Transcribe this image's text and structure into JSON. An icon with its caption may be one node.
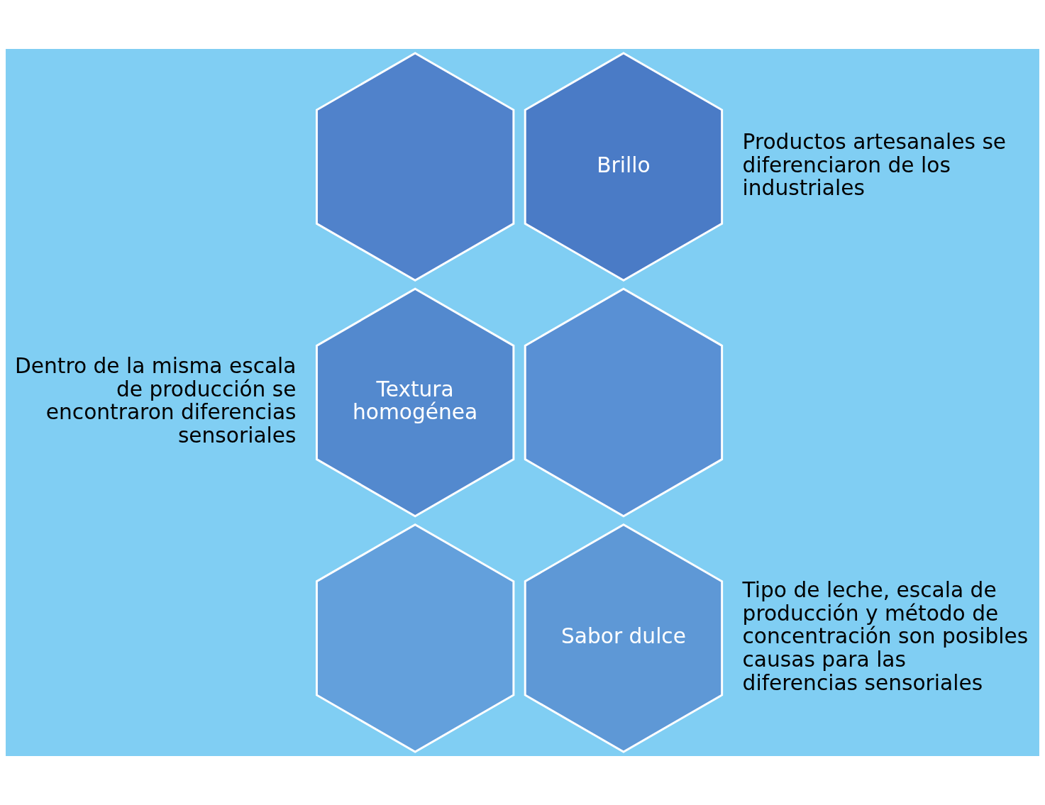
{
  "diagram": {
    "nodes": [
      {
        "text": [],
        "shape": "hexagon"
      },
      {
        "text": [
          "Brillo"
        ],
        "beside": [
          "Productos artesanales se diferenciaron de los industriales"
        ]
      },
      {
        "text": [
          "Textura homogénea"
        ],
        "beside": [
          "Dentro de la misma escala de producción se encontraron diferencias sensoriales"
        ]
      },
      {
        "text": [],
        "shape": "hexagon"
      },
      {
        "text": [],
        "shape": "hexagon"
      },
      {
        "text": [
          "Sabor dulce"
        ],
        "beside": [
          "Tipo de leche, escala de producción y método de concentración son posibles causas para las diferencias sensoriales"
        ]
      }
    ],
    "edges": []
  }
}
